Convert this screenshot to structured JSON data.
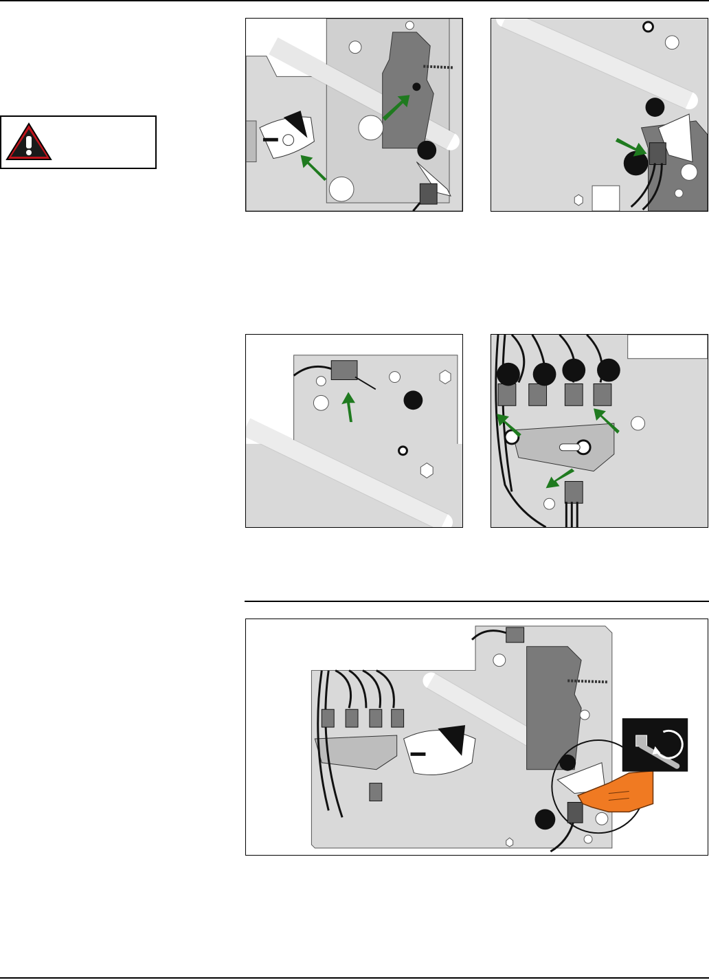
{
  "page": {
    "warning_box": {
      "icon": "warning-triangle-icon",
      "text": ""
    },
    "figures": [
      {
        "name": "figure-actuator-top-left",
        "description_icon": "green-arrow-icon"
      },
      {
        "name": "figure-microswitch-top-right",
        "description_icon": "green-arrow-icon"
      },
      {
        "name": "figure-microswitch-mid-left",
        "description_icon": "green-arrow-icon"
      },
      {
        "name": "figure-switch-bank-mid-right",
        "description_icon": "green-arrow-icon"
      },
      {
        "name": "figure-assembly-overview",
        "description_icon": "pointing-hand-icon"
      }
    ],
    "colors": {
      "plate": "#d9d9d9",
      "dark_part": "#7a7a7a",
      "arrow": "#1f7a1f",
      "hand": "#f07a22",
      "warning_red": "#c0141c"
    }
  }
}
